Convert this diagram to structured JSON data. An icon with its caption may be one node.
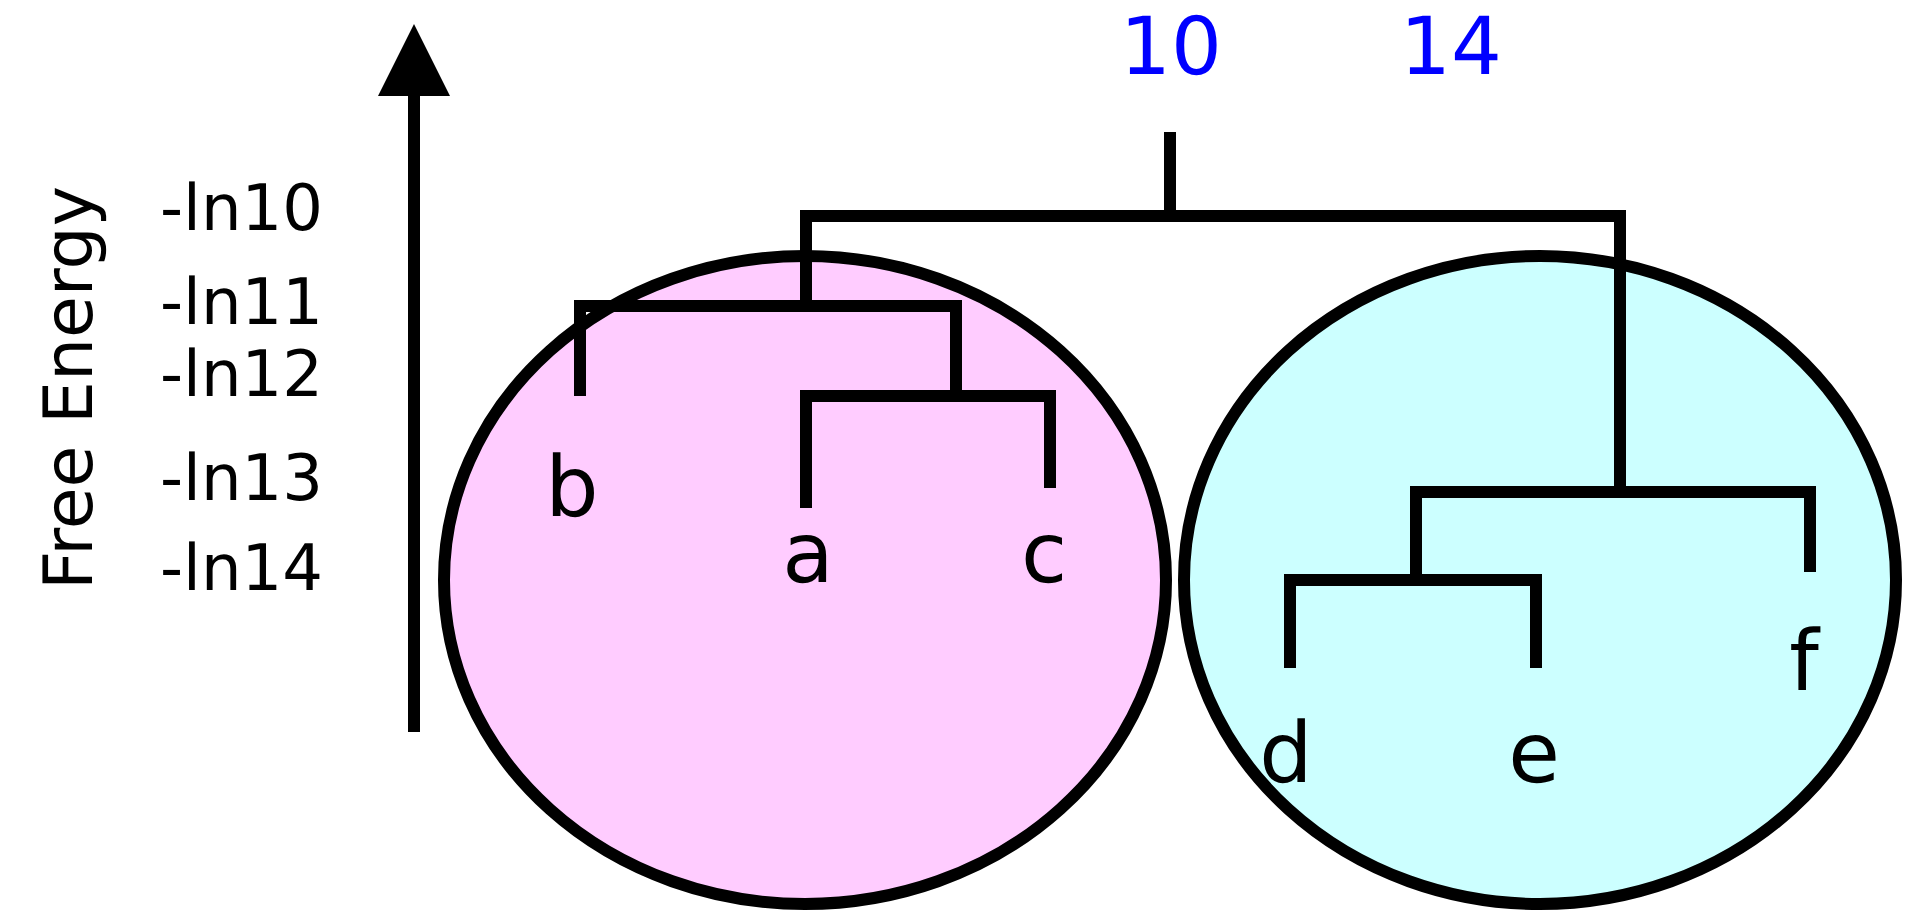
{
  "diagram": {
    "nodes": [
      {
        "text": [
          "b",
          "a",
          "c"
        ]
      },
      {
        "text": [
          "d",
          "e",
          "f"
        ]
      }
    ],
    "labels": [
      "10",
      "14",
      "Free Energy",
      "-ln10",
      "-ln11",
      "-ln12",
      "-ln13",
      "-ln14"
    ]
  }
}
